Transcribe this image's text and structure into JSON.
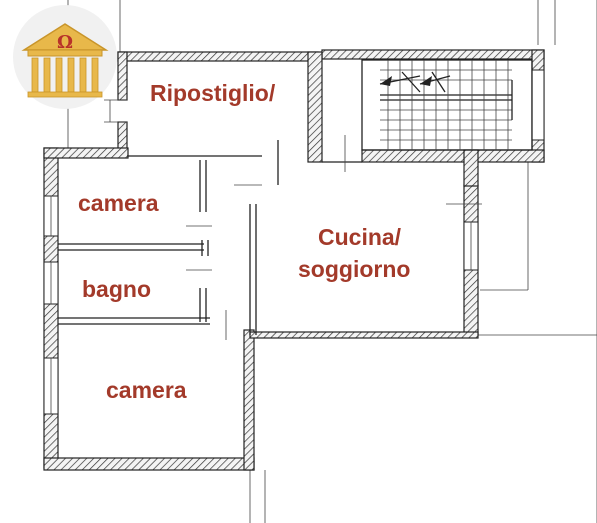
{
  "rooms": {
    "storage": "Ripostiglio/",
    "bedroom_top": "camera",
    "bathroom": "bagno",
    "kitchen_line1": "Cucina/",
    "kitchen_line2": "soggiorno",
    "bedroom_bottom": "camera"
  },
  "logo": {
    "symbol": "Ω",
    "gold": "#e8b84a",
    "gold_dark": "#c9952a"
  },
  "colors": {
    "label": "#a33a2a",
    "wall": "#222222"
  },
  "icons": [
    "stair-arrow-icon",
    "stair-arrow-icon"
  ]
}
